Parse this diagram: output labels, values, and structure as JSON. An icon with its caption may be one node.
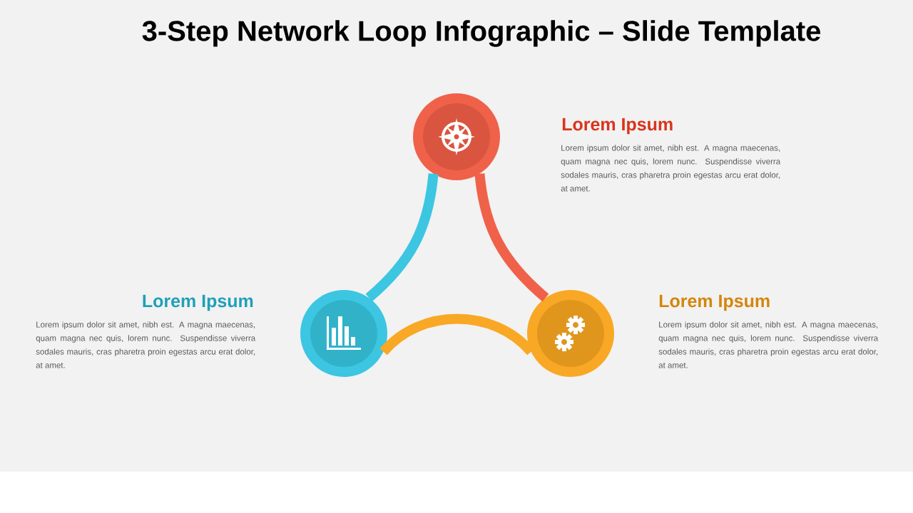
{
  "diagram": {
    "title": "3-Step Network Loop Infographic – Slide Template",
    "nodes": [
      {
        "text": [],
        "shape": "circle",
        "beside": [
          "Lorem Ipsum",
          "Lorem ipsum dolor sit amet, nibh est. A magna maecenas, quam magna nec quis, lorem nunc. Suspendisse viverra sodales mauris, cras pharetra proin egestas arcu erat dolor, at amet."
        ]
      },
      {
        "text": [],
        "shape": "circle",
        "beside": [
          "Lorem Ipsum",
          "Lorem ipsum dolor sit amet, nibh est. A magna maecenas, quam magna nec quis, lorem nunc. Suspendisse viverra sodales mauris, cras pharetra proin egestas arcu erat dolor, at amet."
        ]
      },
      {
        "text": [],
        "shape": "circle",
        "beside": [
          "Lorem Ipsum",
          "Lorem ipsum dolor sit amet, nibh est. A magna maecenas, quam magna nec quis, lorem nunc. Suspendisse viverra sodales mauris, cras pharetra proin egestas arcu erat dolor, at amet."
        ]
      }
    ],
    "edges": [
      {
        "from": 0,
        "to": 1,
        "arrow": "none",
        "color": "#3cc6e1"
      },
      {
        "from": 0,
        "to": 2,
        "arrow": "none",
        "color": "#f0614a"
      },
      {
        "from": 1,
        "to": 2,
        "arrow": "none",
        "color": "#f9a825"
      }
    ]
  }
}
